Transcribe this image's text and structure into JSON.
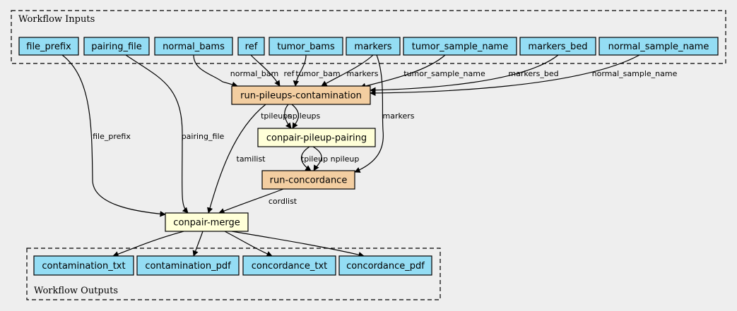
{
  "clusters": {
    "inputs_title": "Workflow Inputs",
    "outputs_title": "Workflow Outputs"
  },
  "colors": {
    "background": "#eeeeee",
    "input_node": "#94ddf4",
    "tool_node": "#f3cea1",
    "expression_node": "#ffffd8",
    "output_node": "#94ddf4"
  },
  "inputs": [
    {
      "id": "file_prefix",
      "label": "file_prefix"
    },
    {
      "id": "pairing_file",
      "label": "pairing_file"
    },
    {
      "id": "normal_bams",
      "label": "normal_bams"
    },
    {
      "id": "ref",
      "label": "ref"
    },
    {
      "id": "tumor_bams",
      "label": "tumor_bams"
    },
    {
      "id": "markers",
      "label": "markers"
    },
    {
      "id": "tumor_sample_name",
      "label": "tumor_sample_name"
    },
    {
      "id": "markers_bed",
      "label": "markers_bed"
    },
    {
      "id": "normal_sample_name",
      "label": "normal_sample_name"
    }
  ],
  "steps": [
    {
      "id": "run-pileups-contamination",
      "label": "run-pileups-contamination",
      "kind": "tool"
    },
    {
      "id": "conpair-pileup-pairing",
      "label": "conpair-pileup-pairing",
      "kind": "expression"
    },
    {
      "id": "run-concordance",
      "label": "run-concordance",
      "kind": "tool"
    },
    {
      "id": "conpair-merge",
      "label": "conpair-merge",
      "kind": "expression"
    }
  ],
  "outputs": [
    {
      "id": "contamination_txt",
      "label": "contamination_txt"
    },
    {
      "id": "contamination_pdf",
      "label": "contamination_pdf"
    },
    {
      "id": "concordance_txt",
      "label": "concordance_txt"
    },
    {
      "id": "concordance_pdf",
      "label": "concordance_pdf"
    }
  ],
  "edges": [
    {
      "from": "normal_bams",
      "to": "run-pileups-contamination",
      "label": "normal_bam"
    },
    {
      "from": "ref",
      "to": "run-pileups-contamination",
      "label": "ref"
    },
    {
      "from": "tumor_bams",
      "to": "run-pileups-contamination",
      "label": "tumor_bam"
    },
    {
      "from": "markers",
      "to": "run-pileups-contamination",
      "label": "markers"
    },
    {
      "from": "tumor_sample_name",
      "to": "run-pileups-contamination",
      "label": "tumor_sample_name"
    },
    {
      "from": "markers_bed",
      "to": "run-pileups-contamination",
      "label": "markers_bed"
    },
    {
      "from": "normal_sample_name",
      "to": "run-pileups-contamination",
      "label": "normal_sample_name"
    },
    {
      "from": "markers",
      "to": "run-concordance",
      "label": "markers"
    },
    {
      "from": "run-pileups-contamination",
      "to": "conpair-pileup-pairing",
      "label": "tpileups"
    },
    {
      "from": "run-pileups-contamination",
      "to": "conpair-pileup-pairing",
      "label": "npileups"
    },
    {
      "from": "conpair-pileup-pairing",
      "to": "run-concordance",
      "label": "tpileup"
    },
    {
      "from": "conpair-pileup-pairing",
      "to": "run-concordance",
      "label": "npileup"
    },
    {
      "from": "run-pileups-contamination",
      "to": "conpair-merge",
      "label": "tamilist"
    },
    {
      "from": "run-concordance",
      "to": "conpair-merge",
      "label": "cordlist"
    },
    {
      "from": "file_prefix",
      "to": "conpair-merge",
      "label": "file_prefix"
    },
    {
      "from": "pairing_file",
      "to": "conpair-merge",
      "label": "pairing_file"
    },
    {
      "from": "conpair-merge",
      "to": "contamination_txt",
      "label": ""
    },
    {
      "from": "conpair-merge",
      "to": "contamination_pdf",
      "label": ""
    },
    {
      "from": "conpair-merge",
      "to": "concordance_txt",
      "label": ""
    },
    {
      "from": "conpair-merge",
      "to": "concordance_pdf",
      "label": ""
    }
  ]
}
